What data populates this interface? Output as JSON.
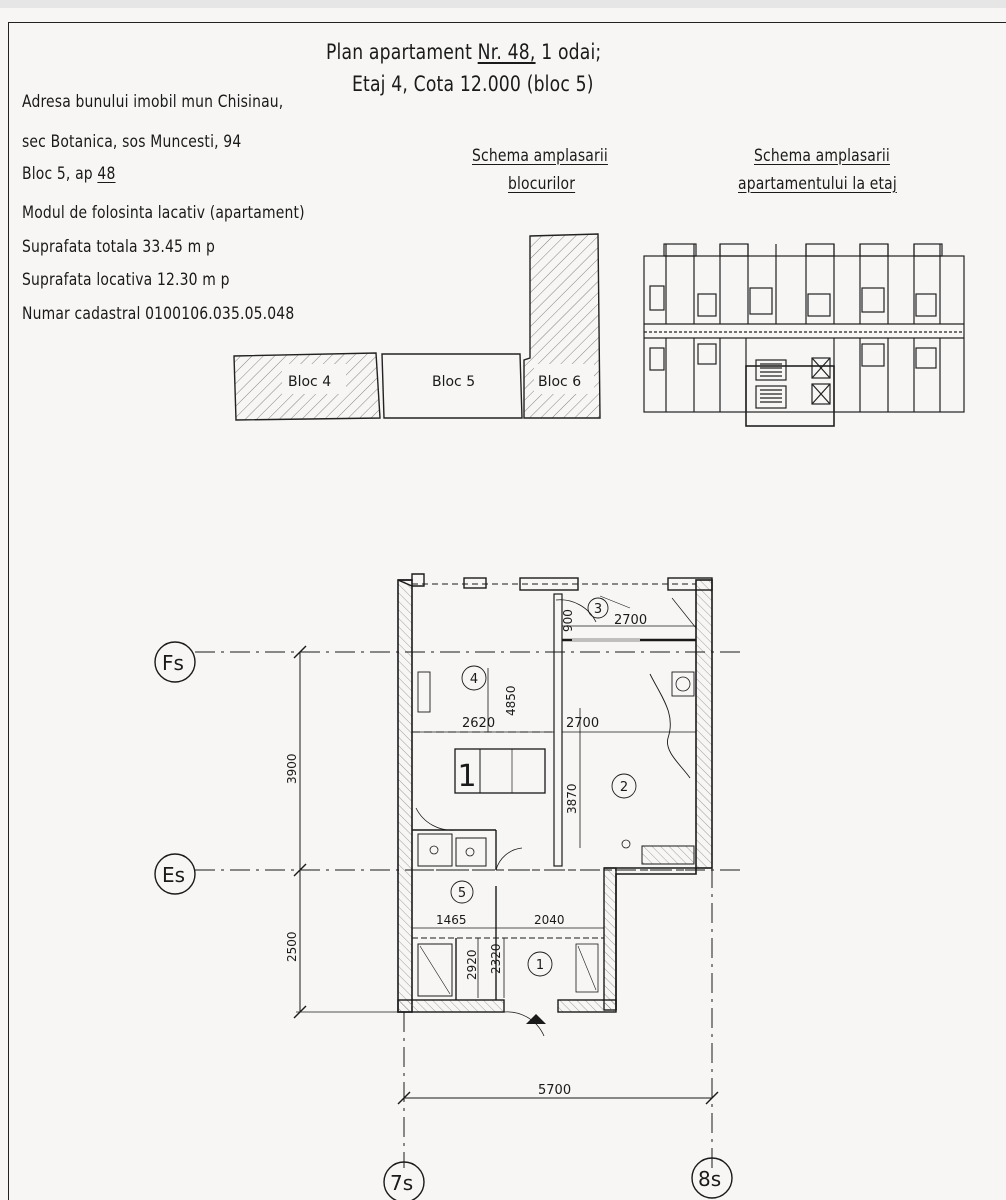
{
  "title": {
    "line1_prefix": "Plan apartament",
    "line1_nr": "Nr. 48,",
    "line1_suffix": "1 odai;",
    "line2": "Etaj 4, Cota 12.000 (bloc 5)"
  },
  "info": {
    "address_line1": "Adresa bunului imobil mun Chisinau,",
    "address_line2": "sec Botanica, sos Muncesti, 94",
    "bloc_prefix": "Bloc 5, ap",
    "bloc_ap": "48",
    "usage": "Modul de folosinta lacativ (apartament)",
    "total_area": "Suprafata totala 33.45 m p",
    "living_area": "Suprafata locativa 12.30 m p",
    "cadastral": "Numar cadastral 0100106.035.05.048"
  },
  "schema_blocks": {
    "heading_line1": "Schema amplasarii",
    "heading_line2": "blocurilor",
    "blocks": [
      "Bloc 4",
      "Bloc 5",
      "Bloc 6"
    ]
  },
  "schema_floor": {
    "heading_line1": "Schema amplasarii",
    "heading_line2": "apartamentului la etaj"
  },
  "plan": {
    "axes": [
      "Fs",
      "Es",
      "7s",
      "8s"
    ],
    "rooms": [
      "1",
      "2",
      "3",
      "4",
      "5"
    ],
    "room_1_label": "1",
    "dimensions": {
      "d900": "900",
      "d2700_top": "2700",
      "d4850": "4850",
      "d2620": "2620",
      "d2700_mid": "2700",
      "d3870": "3870",
      "d1465": "1465",
      "d2040": "2040",
      "d2920": "2920",
      "d2320": "2320",
      "d3900": "3900",
      "d2500": "2500",
      "d5700": "5700"
    }
  }
}
